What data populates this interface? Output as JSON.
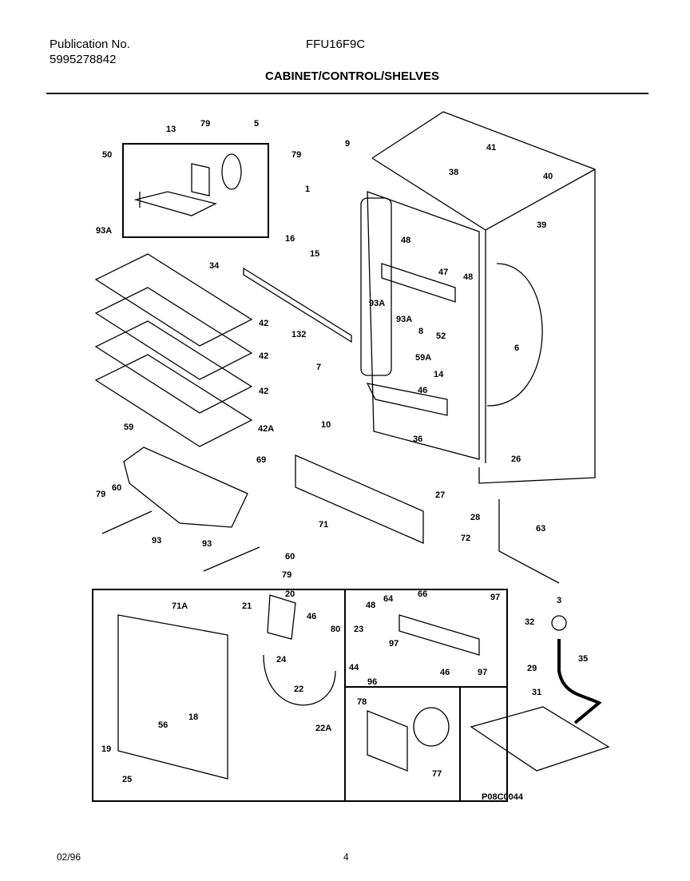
{
  "header": {
    "publication_label": "Publication No.",
    "publication_number": "5995278842",
    "model": "FFU16F9C",
    "section_title": "CABINET/CONTROL/SHELVES"
  },
  "diagram": {
    "code": "P08C0044",
    "callouts": [
      "79",
      "5",
      "13",
      "50",
      "79",
      "93A",
      "9",
      "41",
      "38",
      "40",
      "1",
      "16",
      "15",
      "48",
      "39",
      "34",
      "47",
      "48",
      "93A",
      "93A",
      "52",
      "8",
      "6",
      "59A",
      "14",
      "42",
      "42",
      "42",
      "42A",
      "132",
      "7",
      "10",
      "46",
      "36",
      "59",
      "69",
      "26",
      "79",
      "60",
      "27",
      "28",
      "63",
      "71",
      "72",
      "93",
      "93",
      "60",
      "79",
      "3",
      "32",
      "29",
      "35",
      "31",
      "20",
      "21",
      "71A",
      "46",
      "80",
      "24",
      "22",
      "22A",
      "19",
      "56",
      "18",
      "25",
      "66",
      "97",
      "48",
      "64",
      "23",
      "97",
      "44",
      "46",
      "97",
      "96",
      "78",
      "77"
    ]
  },
  "footer": {
    "date": "02/96",
    "page": "4"
  }
}
